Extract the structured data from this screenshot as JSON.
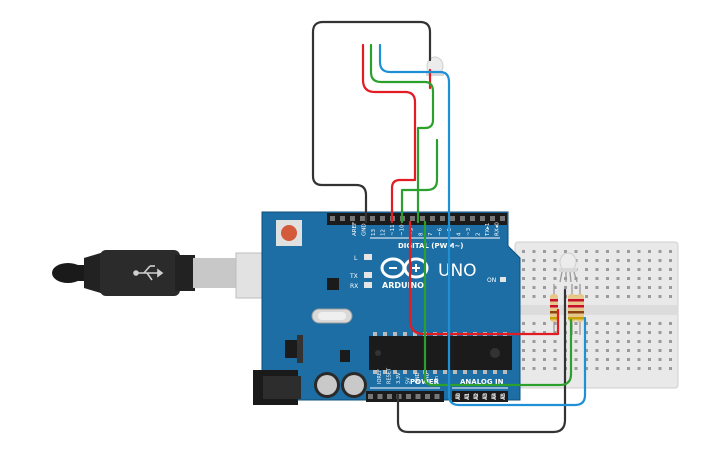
{
  "board": {
    "brand": "ARDUINO",
    "model": "UNO",
    "digital_label": "DIGITAL (PWM~)",
    "power_label": "POWER",
    "analog_label": "ANALOG IN",
    "on_label": "ON",
    "l_label": "L",
    "tx_label": "TX",
    "rx_label": "RX",
    "digital_pins": [
      "AREF",
      "GND",
      "13",
      "12",
      "~11",
      "~10",
      "~9",
      "8",
      "7",
      "~6",
      "~5",
      "4",
      "~3",
      "2",
      "TX▸1",
      "RX◂0"
    ],
    "power_pins": [
      "IOREF",
      "RESET",
      "3.3V",
      "5V",
      "GND",
      "GND",
      "Vin"
    ],
    "analog_pins": [
      "A0",
      "A1",
      "A2",
      "A3",
      "A4",
      "A5"
    ]
  },
  "wires": {
    "colors": {
      "red": "#e31b23",
      "green": "#2ca02c",
      "blue": "#1f8fd6",
      "black": "#333333"
    }
  },
  "resistor_colors": {
    "body": "#e8c88a",
    "band1": "#c8102e",
    "band2": "#c8102e",
    "band3": "#8b4513",
    "band4": "#c8a200"
  }
}
